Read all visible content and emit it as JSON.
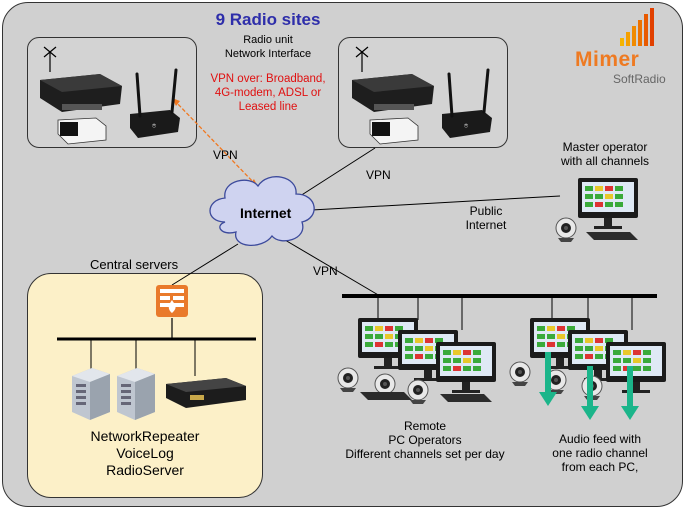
{
  "title": "9 Radio sites",
  "radio_unit": {
    "line1": "Radio unit",
    "line2": "Network Interface"
  },
  "vpn_note": {
    "line1": "VPN over: Broadband,",
    "line2": "4G-modem, ADSL or",
    "line3": "Leased line"
  },
  "labels": {
    "vpn_orange": "VPN",
    "vpn_site": "VPN",
    "vpn_bus": "VPN",
    "internet": "Internet",
    "public_line1": "Public",
    "public_line2": "Internet",
    "master_line1": "Master operator",
    "master_line2": "with all channels",
    "central_servers": "Central servers"
  },
  "servers": {
    "line1": "NetworkRepeater",
    "line2": "VoiceLog",
    "line3": "RadioServer"
  },
  "remote": {
    "line1": "Remote",
    "line2": "PC Operators",
    "line3": "Different channels set per day"
  },
  "audio": {
    "line1": "Audio feed with",
    "line2": "one radio channel",
    "line3": "from each PC,"
  },
  "logo": {
    "name": "Mimer",
    "sub": "SoftRadio"
  },
  "colors": {
    "title": "#2e2eaa",
    "vpn_note": "#e01010",
    "logo": "#ee7a22",
    "arrow": "#1bb58a",
    "firewall": "#e97a2b"
  },
  "icons": [
    "antenna-icon",
    "radio-unit-icon",
    "network-interface-icon",
    "internet-cloud-icon",
    "firewall-icon",
    "server-tower-icon",
    "rack-server-icon",
    "monitor-icon",
    "webcam-icon",
    "down-arrow-icon"
  ]
}
